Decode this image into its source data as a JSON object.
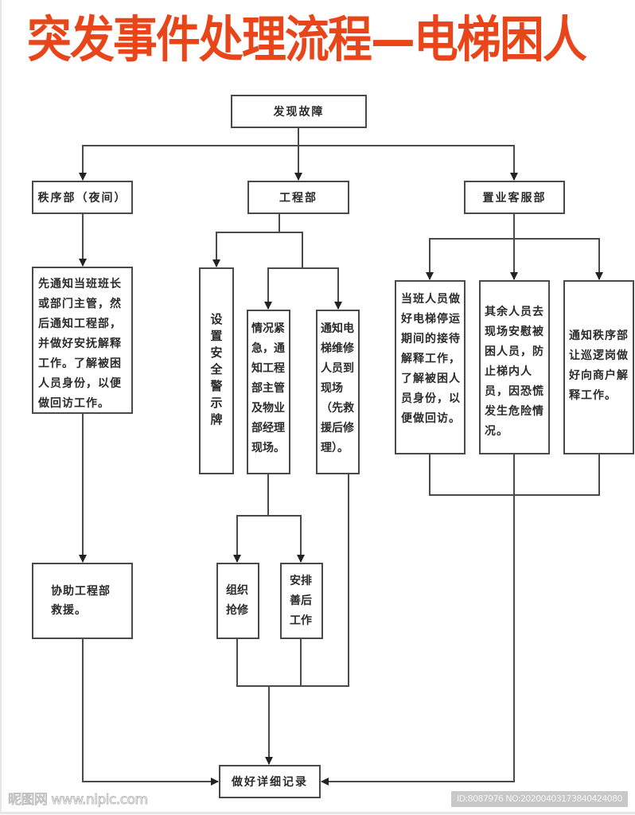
{
  "title": "突发事件处理流程—电梯困人",
  "nodes": {
    "start": "发现故障",
    "security": "秩序部（夜间）",
    "engineering": "工程部",
    "customer_service": "置业客服部",
    "security_step1": "先通知当班班长或部门主管，然后通知工程部，并做好安抚解释工作。了解被困人员身份，以便做回访工作。",
    "security_step2": "协助工程部救援。",
    "eng_warning_sign": "设置安全警示牌",
    "eng_emergency": "情况紧急，通知工程部主管及物业部经理现场。",
    "eng_notify_repair": "通知电梯维修人员到现场（先救援后修理）。",
    "eng_organize_repair": "组织抢修",
    "eng_aftermath": "安排善后工作",
    "cs_duty_staff": "当班人员做好电梯停运期间的接待解释工作，了解被困人员身份，以便做回访。",
    "cs_other_staff": "其余人员去现场安慰被困人员，防止梯内人员，因恐慌发生危险情况。",
    "cs_notify_security": "通知秩序部让巡逻岗做好向商户解释工作。",
    "end": "做好详细记录"
  },
  "watermark": {
    "site": "昵图网 www.nipic.com",
    "id": "ID:8087976 NO:20200403173840424080"
  },
  "colors": {
    "title": "#e8461a",
    "line": "#4a4a4a",
    "text": "#2b2b2b"
  }
}
